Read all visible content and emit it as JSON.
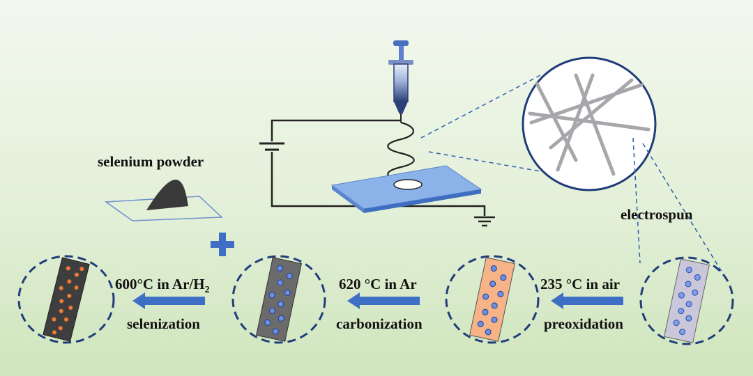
{
  "labels": {
    "selenium_powder": "selenium powder",
    "electrospun": "electrospun",
    "step_preox_condition": "235 °C in air",
    "step_preox_name": "preoxidation",
    "step_carb_condition": "620 °C in Ar",
    "step_carb_name": "carbonization",
    "step_selen_condition_prefix": "600°C in Ar/H",
    "step_selen_condition_sub": "2",
    "step_selen_name": "selenization"
  },
  "colors": {
    "arrow": "#3f6fc4",
    "dashed_circle": "#1f3d7a",
    "fiber_electrospun": "#c9c7d9",
    "fiber_preoxidized": "#f5b387",
    "fiber_carbonized": "#6b6b6b",
    "fiber_selenized": "#3e3e3e",
    "dots_blue": "#6c8fe0",
    "dots_orange": "#f07a35",
    "collector": "#8bb3ea",
    "nanofiber": "#a7a7ab"
  }
}
